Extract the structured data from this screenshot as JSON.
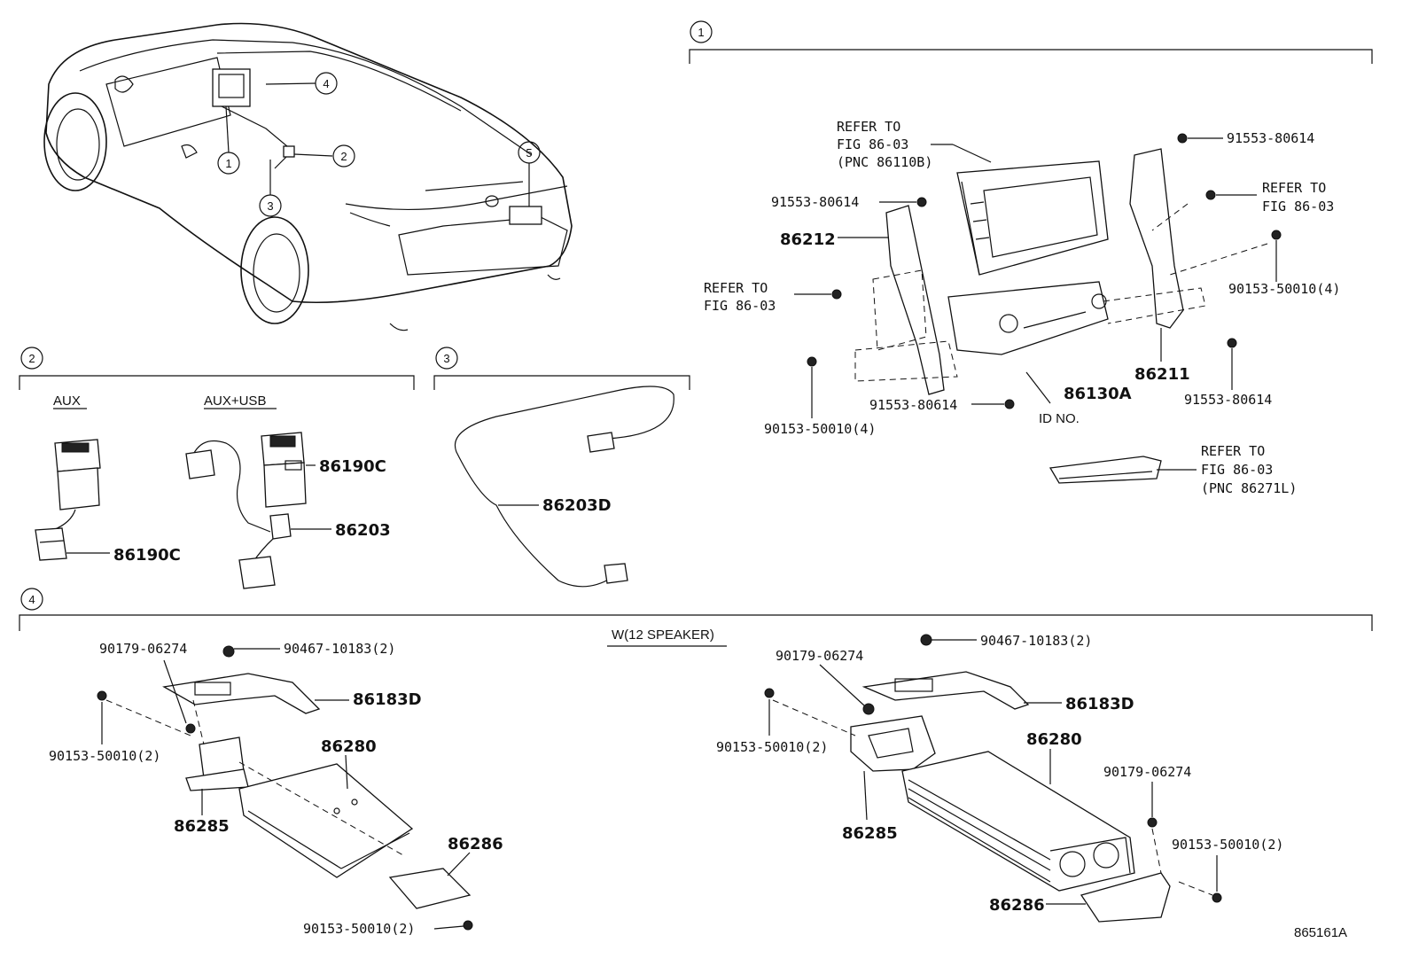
{
  "callouts": {
    "c1": "1",
    "c2": "2",
    "c3": "3",
    "c4": "4",
    "c5": "5"
  },
  "section1": {
    "number": "1",
    "refer_top": [
      "REFER TO",
      "FIG 86-03",
      "(PNC 86110B)"
    ],
    "refer_right": [
      "REFER TO",
      "FIG 86-03"
    ],
    "refer_left": [
      "REFER TO",
      "FIG 86-03"
    ],
    "refer_bottom": [
      "REFER TO",
      "FIG 86-03",
      "(PNC 86271L)"
    ],
    "p_91553_a": "91553-80614",
    "p_91553_b": "91553-80614",
    "p_91553_c": "91553-80614",
    "p_91553_d": "91553-80614",
    "p_90153_a": "90153-50010(4)",
    "p_90153_b": "90153-50010(4)",
    "p_86212": "86212",
    "p_86211": "86211",
    "p_86130a": "86130A",
    "id_no": "ID NO."
  },
  "section2": {
    "number": "2",
    "aux": "AUX",
    "aux_usb": "AUX+USB",
    "p_86190c_left": "86190C",
    "p_86190c_right": "86190C",
    "p_86203": "86203"
  },
  "section3": {
    "number": "3",
    "p_86203d": "86203D"
  },
  "section4": {
    "number": "4",
    "w12": "W(12 SPEAKER)",
    "left": {
      "p_90179": "90179-06274",
      "p_90467": "90467-10183(2)",
      "p_86183d": "86183D",
      "p_90153_a": "90153-50010(2)",
      "p_86280": "86280",
      "p_86285": "86285",
      "p_86286": "86286",
      "p_90153_b": "90153-50010(2)"
    },
    "right": {
      "p_90467": "90467-10183(2)",
      "p_90179_a": "90179-06274",
      "p_86183d": "86183D",
      "p_90153_a": "90153-50010(2)",
      "p_86280": "86280",
      "p_90179_b": "90179-06274",
      "p_86285": "86285",
      "p_90153_b": "90153-50010(2)",
      "p_86286": "86286"
    }
  },
  "figure_id": "865161A"
}
